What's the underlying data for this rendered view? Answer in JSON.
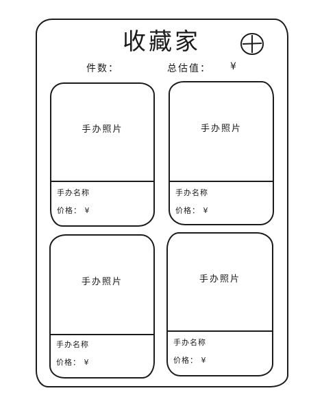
{
  "header": {
    "title": "收藏家",
    "add_icon": "plus-circle-icon",
    "count_label": "件数：",
    "value_label": "总估值：",
    "currency": "¥"
  },
  "cards": [
    {
      "photo": "手办照片",
      "name": "手办名称",
      "price": "价格： ¥"
    },
    {
      "photo": "手办照片",
      "name": "手办名称",
      "price": "价格： ¥"
    },
    {
      "photo": "手办照片",
      "name": "手办名称",
      "price": "价格： ¥"
    },
    {
      "photo": "手办照片",
      "name": "手办名称",
      "price": "价格： ¥"
    }
  ]
}
